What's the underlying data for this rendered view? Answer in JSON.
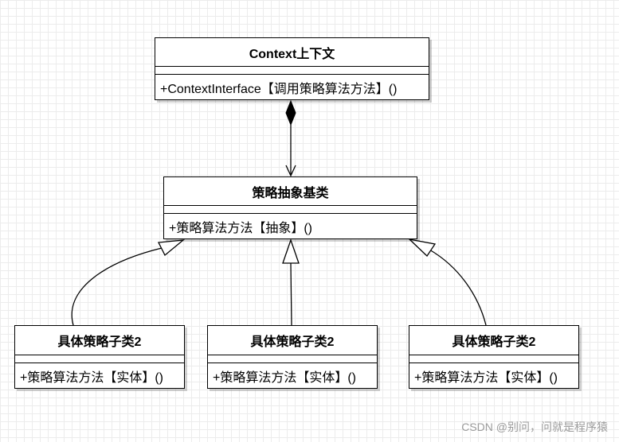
{
  "context": {
    "name": "Context上下文",
    "operation": "+ContextInterface【调用策略算法方法】()"
  },
  "strategy_base": {
    "name": "策略抽象基类",
    "operation": "+策略算法方法【抽象】()"
  },
  "concrete_classes": [
    {
      "name": "具体策略子类2",
      "operation": "+策略算法方法【实体】()"
    },
    {
      "name": "具体策略子类2",
      "operation": "+策略算法方法【实体】()"
    },
    {
      "name": "具体策略子类2",
      "operation": "+策略算法方法【实体】()"
    }
  ],
  "watermark": "CSDN @别问，问就是程序猿"
}
